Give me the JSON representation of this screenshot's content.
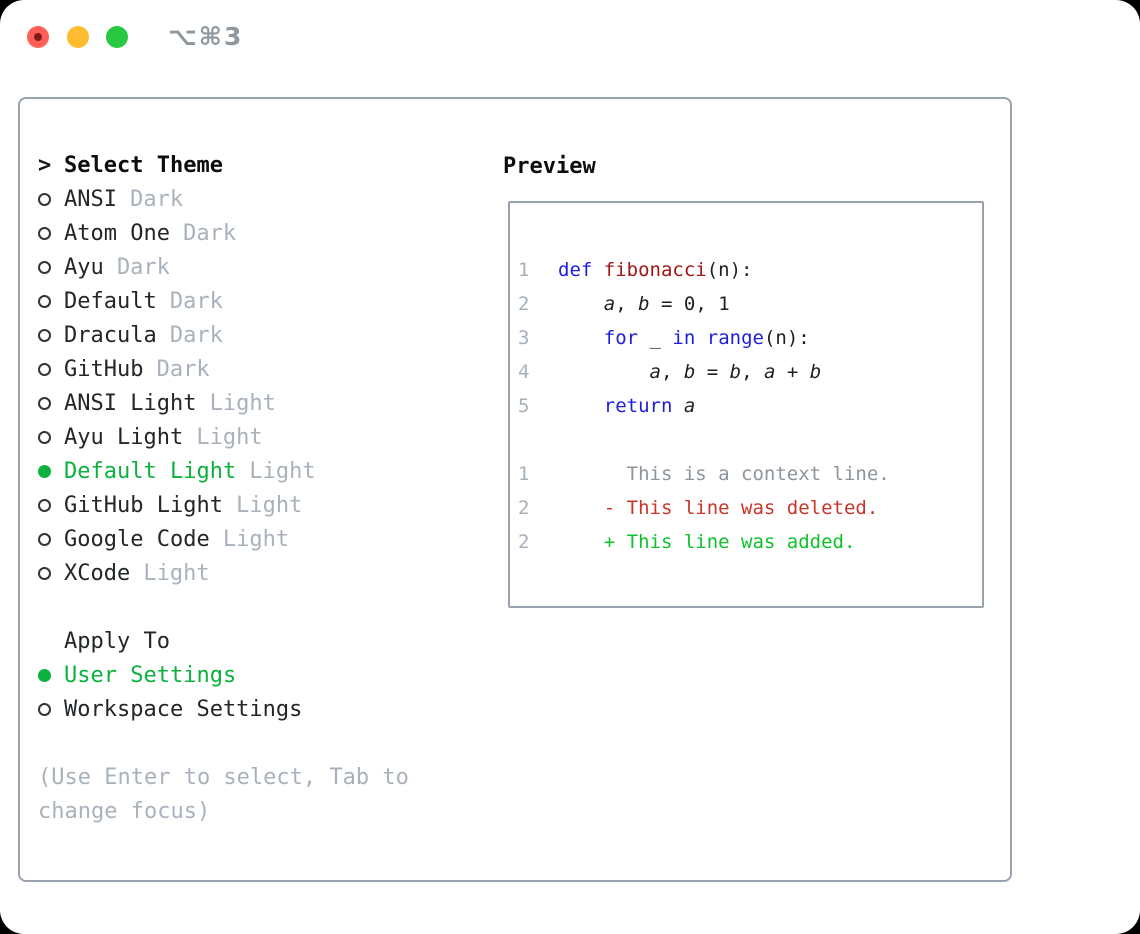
{
  "window": {
    "shortcut_badge": "⌥⌘3"
  },
  "colors": {
    "accent_green": "#0cb13e",
    "keyword_blue": "#1d1de0",
    "function_red": "#a31515",
    "deleted_red": "#cb3528",
    "added_green": "#0ec22b",
    "context_gray": "#8d949c",
    "muted_gray": "#a9b2bc",
    "border_gray": "#9aa3ad"
  },
  "theme_panel": {
    "header": {
      "marker": ">",
      "title": "Select Theme"
    },
    "themes": [
      {
        "name": "ANSI",
        "variant": "Dark",
        "selected": false
      },
      {
        "name": "Atom One",
        "variant": "Dark",
        "selected": false
      },
      {
        "name": "Ayu",
        "variant": "Dark",
        "selected": false
      },
      {
        "name": "Default",
        "variant": "Dark",
        "selected": false
      },
      {
        "name": "Dracula",
        "variant": "Dark",
        "selected": false
      },
      {
        "name": "GitHub",
        "variant": "Dark",
        "selected": false
      },
      {
        "name": "ANSI Light",
        "variant": "Light",
        "selected": false
      },
      {
        "name": "Ayu Light",
        "variant": "Light",
        "selected": false
      },
      {
        "name": "Default Light",
        "variant": "Light",
        "selected": true
      },
      {
        "name": "GitHub Light",
        "variant": "Light",
        "selected": false
      },
      {
        "name": "Google Code",
        "variant": "Light",
        "selected": false
      },
      {
        "name": "XCode",
        "variant": "Light",
        "selected": false
      }
    ],
    "apply_to": {
      "title": "Apply To",
      "options": [
        {
          "name": "User Settings",
          "selected": true
        },
        {
          "name": "Workspace Settings",
          "selected": false
        }
      ]
    },
    "hint_lines": [
      "(Use Enter to select, Tab to",
      "change focus)"
    ]
  },
  "preview": {
    "title": "Preview",
    "code_lines": [
      {
        "num": "1",
        "segments": [
          {
            "t": "def ",
            "c": "kw"
          },
          {
            "t": "fibonacci",
            "c": "fn"
          },
          {
            "t": "(n):",
            "c": "pl"
          }
        ]
      },
      {
        "num": "2",
        "segments": [
          {
            "t": "    ",
            "c": "pl"
          },
          {
            "t": "a",
            "c": "v"
          },
          {
            "t": ", ",
            "c": "pl"
          },
          {
            "t": "b",
            "c": "v"
          },
          {
            "t": " = 0, 1",
            "c": "pl"
          }
        ]
      },
      {
        "num": "3",
        "segments": [
          {
            "t": "    ",
            "c": "pl"
          },
          {
            "t": "for",
            "c": "kw"
          },
          {
            "t": " _ ",
            "c": "pl"
          },
          {
            "t": "in",
            "c": "kw"
          },
          {
            "t": " ",
            "c": "pl"
          },
          {
            "t": "range",
            "c": "kw"
          },
          {
            "t": "(n):",
            "c": "pl"
          }
        ]
      },
      {
        "num": "4",
        "segments": [
          {
            "t": "        ",
            "c": "pl"
          },
          {
            "t": "a",
            "c": "v"
          },
          {
            "t": ", ",
            "c": "pl"
          },
          {
            "t": "b",
            "c": "v"
          },
          {
            "t": " = ",
            "c": "pl"
          },
          {
            "t": "b",
            "c": "v"
          },
          {
            "t": ", ",
            "c": "pl"
          },
          {
            "t": "a",
            "c": "v"
          },
          {
            "t": " + ",
            "c": "pl"
          },
          {
            "t": "b",
            "c": "v"
          }
        ]
      },
      {
        "num": "5",
        "segments": [
          {
            "t": "    ",
            "c": "pl"
          },
          {
            "t": "return",
            "c": "kw"
          },
          {
            "t": " ",
            "c": "pl"
          },
          {
            "t": "a",
            "c": "v"
          }
        ]
      }
    ],
    "diff_lines": [
      {
        "num": "1",
        "kind": "context",
        "text": "      This is a context line."
      },
      {
        "num": "2",
        "kind": "deleted",
        "text": "    - This line was deleted."
      },
      {
        "num": "2",
        "kind": "added",
        "text": "    + This line was added."
      }
    ]
  }
}
